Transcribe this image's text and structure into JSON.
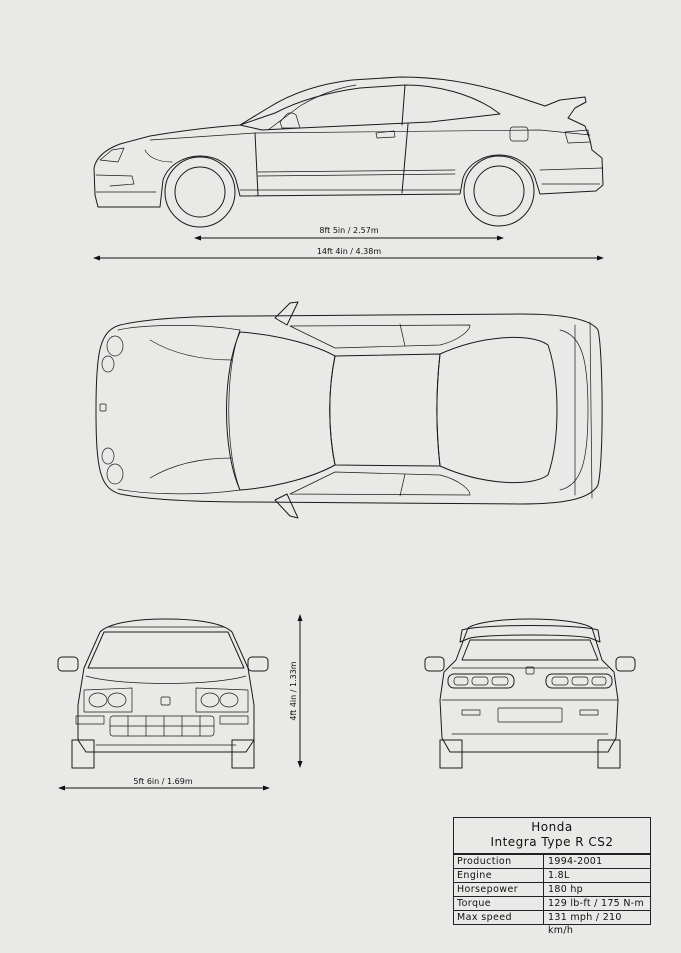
{
  "vehicle": {
    "make": "Honda",
    "model": "Integra Type R CS2"
  },
  "dimensions": {
    "wheelbase": "8ft 5in / 2.57m",
    "length": "14ft 4in / 4.38m",
    "width": "5ft 6in / 1.69m",
    "height": "4ft 4in / 1.33m"
  },
  "specs": [
    {
      "label": "Production",
      "value": "1994-2001"
    },
    {
      "label": "Engine",
      "value": "1.8L"
    },
    {
      "label": "Horsepower",
      "value": "180 hp"
    },
    {
      "label": "Torque",
      "value": "129 lb-ft / 175 N-m"
    },
    {
      "label": "Max speed",
      "value": "131 mph / 210 km/h"
    }
  ],
  "colors": {
    "paper": "#e9e9e7",
    "ink": "#1a1a1a"
  },
  "icons": [
    "honda-logo-icon"
  ]
}
